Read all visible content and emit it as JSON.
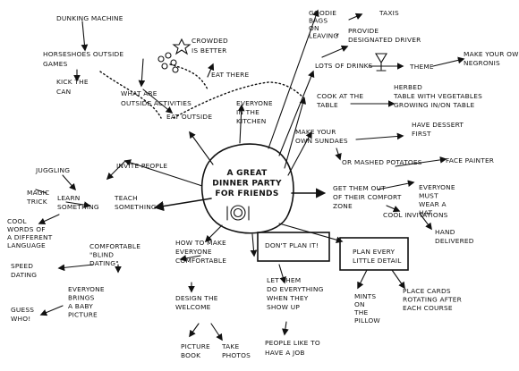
{
  "center": {
    "lines": [
      "A GREAT",
      "DINNER PARTY",
      "FOR FRIENDS"
    ]
  },
  "nodes": {
    "dunking": [
      "DUNKING MACHINE"
    ],
    "horseshoes": [
      "HORSESHOES OUTSIDE",
      "GAMES"
    ],
    "kick": [
      "KICK THE",
      "CAN"
    ],
    "crowded": [
      "CROWDED",
      "IS BETTER"
    ],
    "eat_there": [
      "EAT THERE"
    ],
    "activities": [
      "WHAT ARE",
      "OUTSIDE ACTIVITIES"
    ],
    "eat_outside": [
      "EAT OUTSIDE"
    ],
    "kitchen": [
      "EVERYONE",
      "IN THE",
      "KITCHEN"
    ],
    "goodie": [
      "GOODIE",
      "BAGS",
      "ON",
      "LEAVING"
    ],
    "provide": [
      "PROVIDE",
      "DESIGNATED DRIVER"
    ],
    "taxis": [
      "TAXIS"
    ],
    "drinks": [
      "LOTS OF DRINKS"
    ],
    "theme": [
      "THEME"
    ],
    "negroni": [
      "MAKE YOUR OWN",
      "NEGRONIS"
    ],
    "cook": [
      "COOK AT THE",
      "TABLE"
    ],
    "herbed": [
      "HERBED",
      "TABLE WITH VEGETABLES",
      "GROWING IN/ON TABLE"
    ],
    "sundaes": [
      "MAKE YOUR",
      "OWN SUNDAES"
    ],
    "dessert": [
      "HAVE DESSERT",
      "FIRST"
    ],
    "mashed": [
      "OR MASHED POTATOES"
    ],
    "juggling": [
      "JUGGLING"
    ],
    "invite": [
      "INVITE PEOPLE"
    ],
    "magic": [
      "MAGIC",
      "TRICK"
    ],
    "learn": [
      "LEARN",
      "SOMETHING"
    ],
    "teach": [
      "TEACH",
      "SOMETHING"
    ],
    "language": [
      "COOL",
      "WORDS OF",
      "A DIFFERENT",
      "LANGUAGE"
    ],
    "face": [
      "FACE PAINTER"
    ],
    "comfort": [
      "GET THEM OUT",
      "OF THEIR COMFORT",
      "ZONE"
    ],
    "hat": [
      "EVERYONE",
      "MUST",
      "WEAR A",
      "HAT"
    ],
    "invitations": [
      "COOL INVITATIONS"
    ],
    "hand": [
      "HAND",
      "DELIVERED"
    ],
    "blind": [
      "COMFORTABLE",
      "\"BLIND",
      "DATING\""
    ],
    "speed": [
      "SPEED",
      "DATING"
    ],
    "howto": [
      "HOW TO MAKE",
      "EVERYONE",
      "COMFORTABLE"
    ],
    "dontplan": [
      "DON'T PLAN IT!"
    ],
    "planevery": [
      "PLAN EVERY",
      "LITTLE DETAIL"
    ],
    "baby": [
      "EVERYONE",
      "BRINGS",
      "A BABY",
      "PICTURE"
    ],
    "guess": [
      "GUESS",
      "WHO!"
    ],
    "design": [
      "DESIGN THE",
      "WELCOME"
    ],
    "letthem": [
      "LET THEM",
      "DO EVERYTHING",
      "WHEN THEY",
      "SHOW UP"
    ],
    "mints": [
      "MINTS",
      "ON",
      "THE",
      "PILLOW"
    ],
    "cards": [
      "PLACE CARDS",
      "ROTATING AFTER",
      "EACH COURSE"
    ],
    "picture": [
      "PICTURE",
      "BOOK"
    ],
    "photos": [
      "TAKE",
      "PHOTOS"
    ],
    "job": [
      "PEOPLE LIKE TO",
      "HAVE A JOB"
    ]
  }
}
